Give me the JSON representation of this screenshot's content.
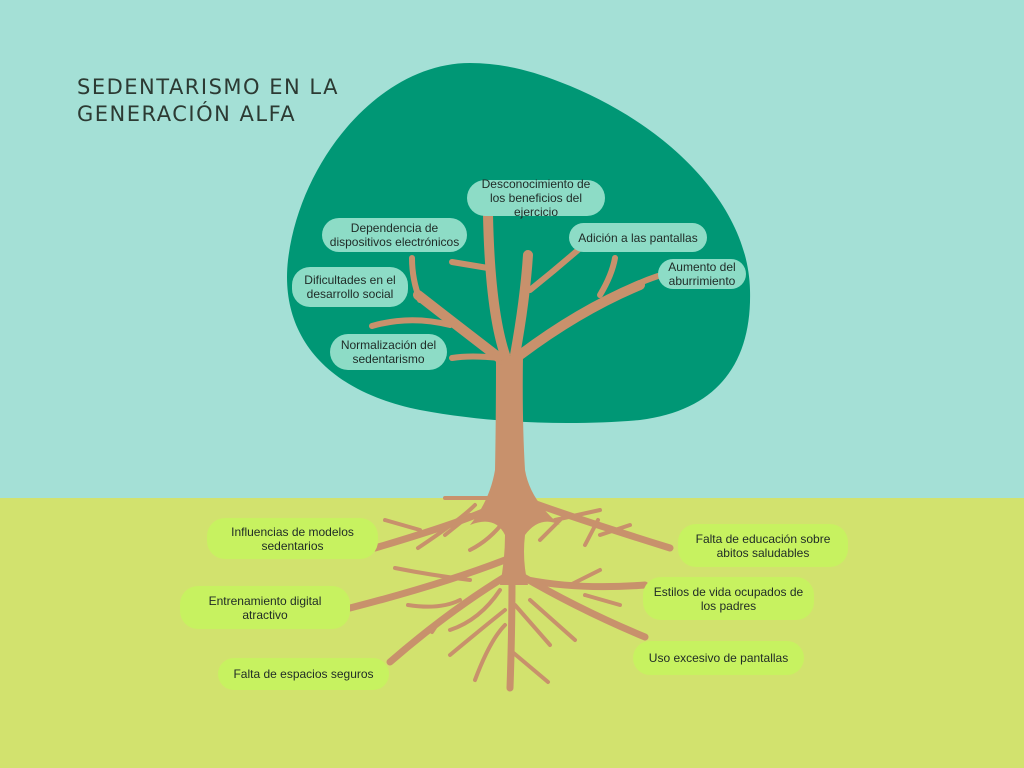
{
  "title": {
    "line1": "SEDENTARISMO EN LA",
    "line2": "GENERACIÓN ALFA"
  },
  "colors": {
    "sky": "#a4e0d6",
    "ground": "#d2e26e",
    "canopy": "#009775",
    "trunk": "#c8916c",
    "effect_bubble": "#8ddcc6",
    "cause_bubble": "#c7f260"
  },
  "effects": [
    {
      "id": "desconocimiento",
      "text": "Desconocimiento de los beneficios del ejercicio"
    },
    {
      "id": "dependencia",
      "text": "Dependencia de dispositivos electrónicos"
    },
    {
      "id": "adicion",
      "text": "Adición a las pantallas"
    },
    {
      "id": "dificultades",
      "text": "Dificultades en el desarrollo social"
    },
    {
      "id": "aburrimiento",
      "text": "Aumento del aburrimiento"
    },
    {
      "id": "normalizacion",
      "text": "Normalización del sedentarismo"
    }
  ],
  "causes": [
    {
      "id": "influencias",
      "text": "Influencias de modelos sedentarios"
    },
    {
      "id": "entrenamiento",
      "text": "Entrenamiento digital atractivo"
    },
    {
      "id": "espacios",
      "text": "Falta de espacios seguros"
    },
    {
      "id": "educacion",
      "text": "Falta de educación sobre abitos saludables"
    },
    {
      "id": "estilos",
      "text": "Estilos de vida ocupados de los padres"
    },
    {
      "id": "uso",
      "text": "Uso excesivo de pantallas"
    }
  ]
}
